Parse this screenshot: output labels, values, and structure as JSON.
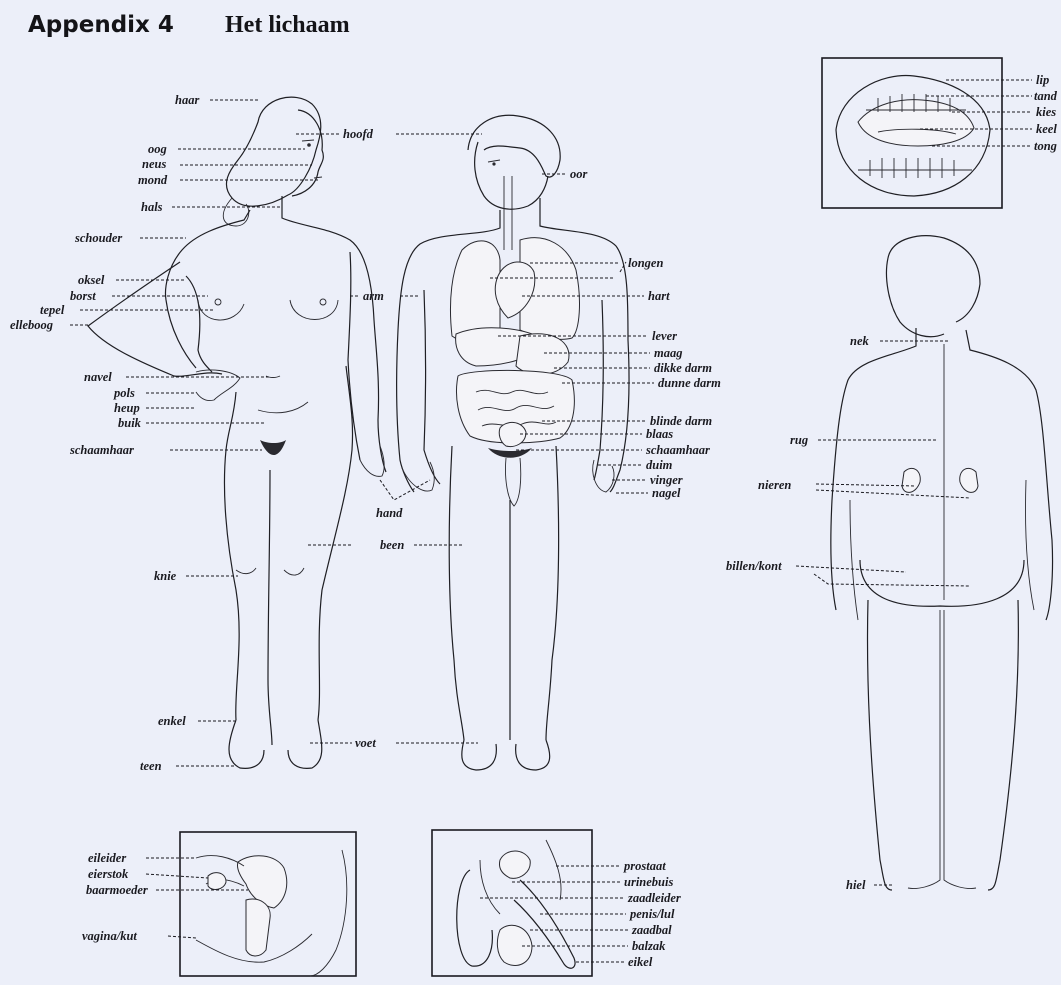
{
  "title": {
    "prefix": "Appendix 4",
    "main": "Het lichaam"
  },
  "labels": {
    "woman": [
      "haar",
      "oog",
      "neus",
      "mond",
      "hals",
      "schouder",
      "oksel",
      "borst",
      "tepel",
      "elleboog",
      "navel",
      "pols",
      "heup",
      "buik",
      "schaamhaar",
      "knie",
      "enkel",
      "teen"
    ],
    "shared": [
      "hoofd",
      "arm",
      "hand",
      "been",
      "voet"
    ],
    "man": [
      "oor",
      "longen",
      "hart",
      "lever",
      "maag",
      "dikke darm",
      "dunne darm",
      "blinde darm",
      "blaas",
      "schaamhaar",
      "duim",
      "vinger",
      "nagel"
    ],
    "mouth": [
      "lip",
      "tand",
      "kies",
      "keel",
      "tong"
    ],
    "back": [
      "nek",
      "rug",
      "nieren",
      "billen/kont",
      "hiel"
    ],
    "female_inset": [
      "eileider",
      "eierstok",
      "baarmoeder",
      "vagina/kut"
    ],
    "male_inset": [
      "prostaat",
      "urinebuis",
      "zaadleider",
      "penis/lul",
      "zaadbal",
      "balzak",
      "eikel"
    ]
  }
}
